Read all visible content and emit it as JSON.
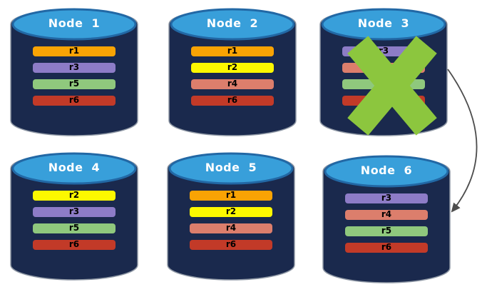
{
  "diagram": {
    "background": "#FFFFFF",
    "colors": {
      "cylinder_body": "#1A294D",
      "cylinder_body_outline": "#8F98A5",
      "cylinder_top": "#389FDA",
      "cylinder_top_border": "#2268A5",
      "node_title_text": "#FFFFFF",
      "row_text": "#000000",
      "x_mark": "#8CC63E",
      "arrow": "#4D4D4D"
    },
    "row_palette": {
      "r1": "#F9A304",
      "r2": "#FDF800",
      "r3": "#8D7CC7",
      "r4": "#DC7E6C",
      "r5": "#8FC87D",
      "r6": "#C23A28"
    },
    "nodes": [
      {
        "label": "Node 1",
        "crossed_out": false,
        "rows": [
          {
            "label": "r1",
            "color": "#F9A304"
          },
          {
            "label": "r3",
            "color": "#8D7CC7"
          },
          {
            "label": "r5",
            "color": "#8FC87D"
          },
          {
            "label": "r6",
            "color": "#C23A28"
          }
        ]
      },
      {
        "label": "Node 2",
        "crossed_out": false,
        "rows": [
          {
            "label": "r1",
            "color": "#F9A304"
          },
          {
            "label": "r2",
            "color": "#FDF800"
          },
          {
            "label": "r4",
            "color": "#DC7E6C"
          },
          {
            "label": "r6",
            "color": "#C23A28"
          }
        ]
      },
      {
        "label": "Node 3",
        "crossed_out": true,
        "rows": [
          {
            "label": "r3",
            "color": "#8D7CC7"
          },
          {
            "label": "r4",
            "color": "#DC7E6C"
          },
          {
            "label": "r5",
            "color": "#8FC87D"
          },
          {
            "label": "r6",
            "color": "#C23A28"
          }
        ]
      },
      {
        "label": "Node 4",
        "crossed_out": false,
        "rows": [
          {
            "label": "r2",
            "color": "#FDF800"
          },
          {
            "label": "r3",
            "color": "#8D7CC7"
          },
          {
            "label": "r5",
            "color": "#8FC87D"
          },
          {
            "label": "r6",
            "color": "#C23A28"
          }
        ]
      },
      {
        "label": "Node 5",
        "crossed_out": false,
        "rows": [
          {
            "label": "r1",
            "color": "#F9A304"
          },
          {
            "label": "r2",
            "color": "#FDF800"
          },
          {
            "label": "r4",
            "color": "#DC7E6C"
          },
          {
            "label": "r6",
            "color": "#C23A28"
          }
        ]
      },
      {
        "label": "Node 6",
        "crossed_out": false,
        "rows": [
          {
            "label": "r3",
            "color": "#8D7CC7"
          },
          {
            "label": "r4",
            "color": "#DC7E6C"
          },
          {
            "label": "r5",
            "color": "#8FC87D"
          },
          {
            "label": "r6",
            "color": "#C23A28"
          }
        ]
      }
    ],
    "arrow": {
      "from": "Node 3",
      "to": "Node 6"
    }
  }
}
